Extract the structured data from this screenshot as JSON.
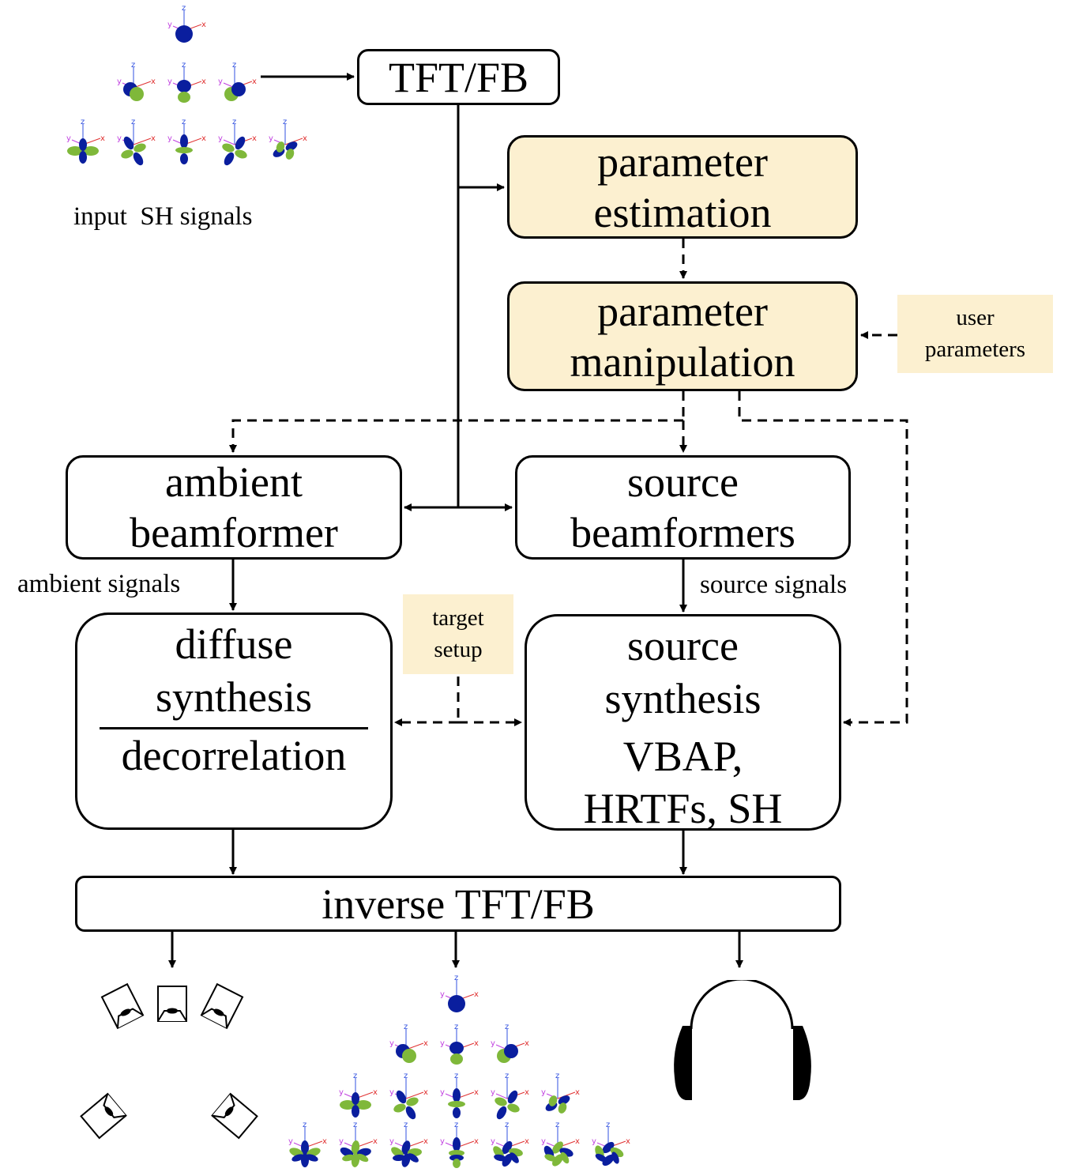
{
  "blocks": {
    "tft": {
      "label": "TFT/FB"
    },
    "param_est": {
      "lines": [
        "parameter",
        "estimation"
      ]
    },
    "param_manip": {
      "lines": [
        "parameter",
        "manipulation"
      ]
    },
    "ambient_bf": {
      "lines": [
        "ambient",
        "beamformer"
      ]
    },
    "source_bf": {
      "lines": [
        "source",
        "beamformers"
      ]
    },
    "diffuse_syn": {
      "top": [
        "diffuse",
        "synthesis"
      ],
      "bottom": [
        "decorrelation"
      ]
    },
    "source_syn": {
      "top": [
        "source",
        "synthesis"
      ],
      "bottom": [
        "VBAP,",
        "HRTFs, SH"
      ]
    },
    "inverse_tft": {
      "label": "inverse TFT/FB"
    }
  },
  "notes": {
    "user_params": [
      "user",
      "parameters"
    ],
    "target_setup": [
      "target",
      "setup"
    ]
  },
  "labels": {
    "input_sh": "input  SH signals",
    "ambient_signals": "ambient signals",
    "source_signals": "source signals"
  },
  "sh_axes": {
    "x": "x",
    "y": "y",
    "z": "z"
  },
  "sh_input_rows": [
    1,
    3,
    5
  ],
  "sh_output_rows": [
    1,
    3,
    5,
    7
  ],
  "outputs": [
    "loudspeaker-array",
    "spherical-harmonic-signals",
    "headphones"
  ],
  "colors": {
    "highlight": "#fcf0d0",
    "lobe_pos": "#0a1e9e",
    "lobe_neg": "#7fb83a",
    "axis_x": "#e03030",
    "axis_y": "#c040e0",
    "axis_z": "#3050e0"
  }
}
